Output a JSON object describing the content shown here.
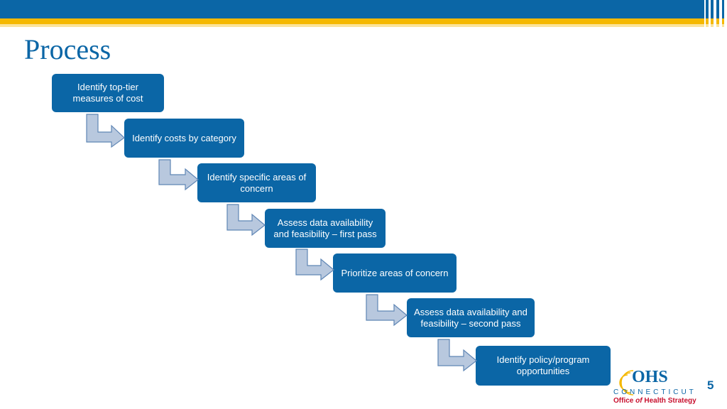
{
  "title": "Process",
  "steps": [
    {
      "label": "Identify top-tier measures of cost"
    },
    {
      "label": "Identify costs by category"
    },
    {
      "label": "Identify specific areas of concern"
    },
    {
      "label": "Assess data availability and feasibility – first pass"
    },
    {
      "label": "Prioritize areas of concern"
    },
    {
      "label": "Assess data availability and feasibility – second pass"
    },
    {
      "label": "Identify policy/program opportunities"
    }
  ],
  "logo": {
    "mark": "OHS",
    "state": "CONNECTICUT",
    "org_prefix": "Office ",
    "org_of": "of",
    "org_suffix": " Health Strategy"
  },
  "page_number": "5",
  "colors": {
    "primary": "#0b66a6",
    "accent": "#f5b800",
    "arrow_fill": "#b8c8de",
    "arrow_stroke": "#5f86b5"
  }
}
